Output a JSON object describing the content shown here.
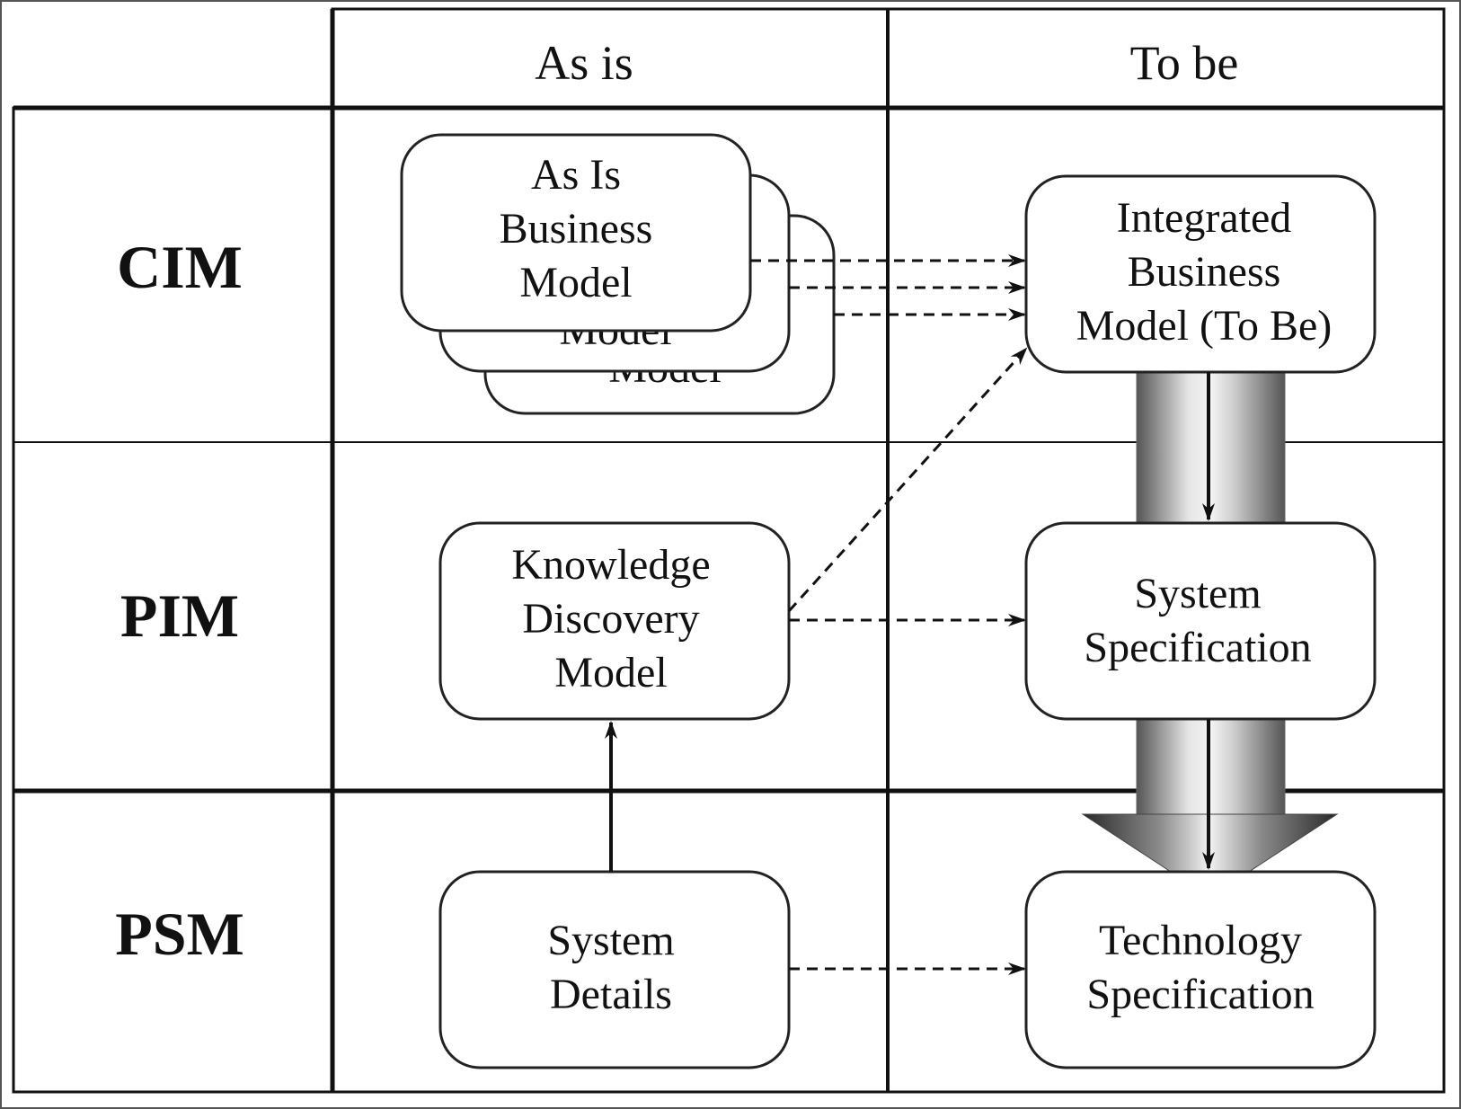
{
  "columns": {
    "as_is": "As is",
    "to_be": "To be"
  },
  "rows": {
    "cim": "CIM",
    "pim": "PIM",
    "psm": "PSM"
  },
  "boxes": {
    "as_is_business_model": [
      "As Is",
      "Business",
      "Model"
    ],
    "stack_back_2_visible": "Model",
    "stack_back_1_visible": "Model",
    "integrated_business_model": [
      "Integrated",
      "Business",
      "Model (To Be)"
    ],
    "knowledge_discovery_model": [
      "Knowledge",
      "Discovery",
      "Model"
    ],
    "system_specification": [
      "System",
      "Specification"
    ],
    "system_details": [
      "System",
      "Details"
    ],
    "technology_specification": [
      "Technology",
      "Specification"
    ]
  }
}
